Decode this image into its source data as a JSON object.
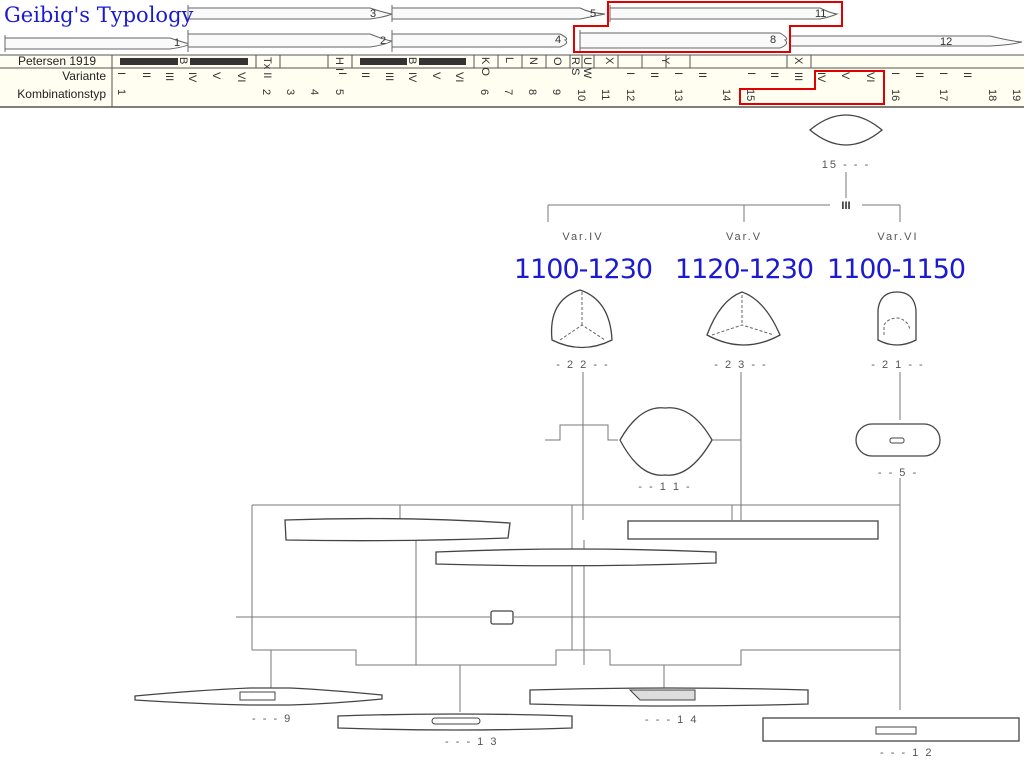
{
  "title": "Geibig's Typology",
  "header": {
    "petersen_label": "Petersen 1919",
    "variante_label": "Variante",
    "kombinationstyp_label": "Kombinationstyp",
    "petersen_cells": [
      "B",
      "Tx II",
      "H I",
      "B",
      "K O",
      "L",
      "N",
      "O",
      "R S",
      "U W",
      "X",
      "Y",
      "X"
    ],
    "variante_groups": [
      {
        "type": "1",
        "variants": [
          "I",
          "II",
          "III",
          "IV",
          "V",
          "VI"
        ]
      },
      {
        "type": "5",
        "variants": [
          "I",
          "II",
          "III",
          "IV",
          "V",
          "VI"
        ]
      },
      {
        "type": "12",
        "variants": [
          "I",
          "II"
        ]
      },
      {
        "type": "13",
        "variants": [
          "I",
          "II"
        ]
      },
      {
        "type": "15",
        "variants": [
          "I",
          "II",
          "III",
          "IV",
          "V",
          "VI"
        ]
      },
      {
        "type": "16",
        "variants": [
          "I",
          "II"
        ]
      },
      {
        "type": "17",
        "variants": [
          "I",
          "II"
        ]
      }
    ],
    "kombinationstyp_numbers": [
      "1",
      "2",
      "3",
      "4",
      "5",
      "6",
      "7",
      "8",
      "9",
      "10",
      "11",
      "12",
      "13",
      "14",
      "15",
      "16",
      "17",
      "18",
      "19"
    ],
    "sword_numbers": [
      "1",
      "2",
      "3",
      "4",
      "5",
      "8",
      "11",
      "12"
    ]
  },
  "diagram": {
    "top_label": "15 - - -",
    "branch_label": "III",
    "variants": [
      {
        "name": "Var.IV",
        "date": "1100-1230",
        "label": "- 2 2 - -"
      },
      {
        "name": "Var.V",
        "date": "1120-1230",
        "label": "- 2 3 - -"
      },
      {
        "name": "Var.VI",
        "date": "1100-1150",
        "label": "- 2 1 - -"
      }
    ],
    "pommel_11": "- - 1 1 -",
    "pommel_5": "- - 5 -",
    "guards": [
      "- - - 9",
      "- - - 1 3",
      "- - - 1 4",
      "- - - 1 2"
    ]
  },
  "colors": {
    "highlight": "#e00000",
    "date_text": "#1a1ad0",
    "header_bg": "#fffef0"
  }
}
